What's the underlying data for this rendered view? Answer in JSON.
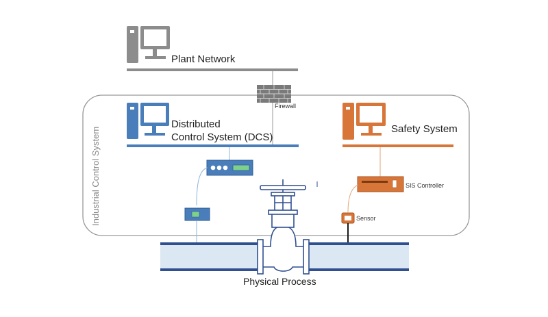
{
  "labels": {
    "plant_network": "Plant Network",
    "dcs_line1": "Distributed",
    "dcs_line2": "Control System (DCS)",
    "safety_system": "Safety System",
    "firewall": "Firewall",
    "ics": "Industrial Control System",
    "sis_controller": "SIS Controller",
    "sensor": "Sensor",
    "physical_process": "Physical Process"
  },
  "colors": {
    "plant": "#8c8c8c",
    "dcs": "#4a7ebb",
    "safety": "#d8763a",
    "pipe_fill": "#dce7f4",
    "pipe_stroke": "#2f4f8f",
    "boundary": "#999999"
  },
  "icons": [
    "computer-icon",
    "brick-wall-icon",
    "control-module-icon",
    "io-module-icon",
    "sis-controller-icon",
    "sensor-icon",
    "valve-icon"
  ]
}
